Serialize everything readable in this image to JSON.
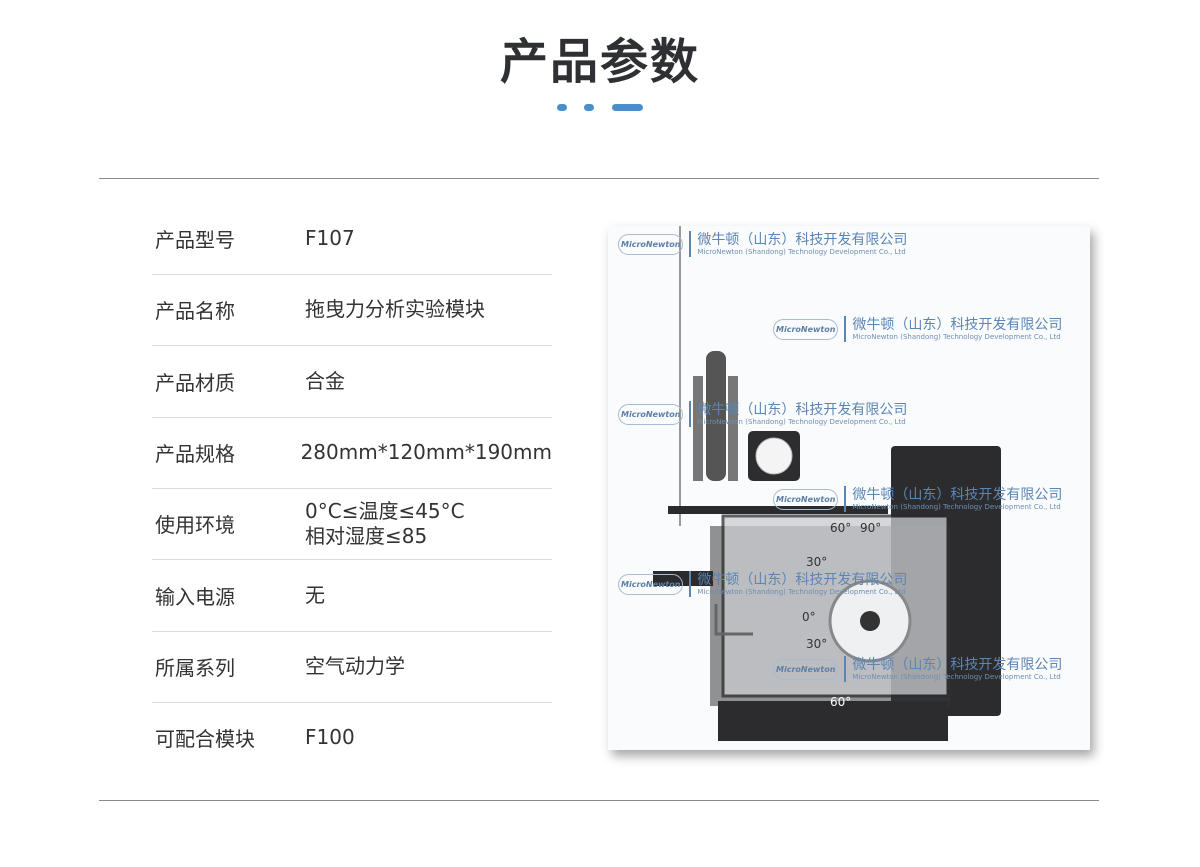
{
  "header": {
    "title": "产品参数"
  },
  "colors": {
    "accent": "#4a8fcb"
  },
  "specs": [
    {
      "label": "产品型号",
      "value": [
        "F107"
      ]
    },
    {
      "label": "产品名称",
      "value": [
        "拖曳力分析实验模块"
      ]
    },
    {
      "label": "产品材质",
      "value": [
        "合金"
      ]
    },
    {
      "label": "产品规格",
      "value": [
        "280mm*120mm*190mm"
      ]
    },
    {
      "label": "使用环境",
      "value": [
        "0°C≤温度≤45°C",
        "相对湿度≤85"
      ]
    },
    {
      "label": "输入电源",
      "value": [
        "无"
      ]
    },
    {
      "label": "所属系列",
      "value": [
        "空气动力学"
      ]
    },
    {
      "label": "可配合模块",
      "value": [
        "F100"
      ]
    }
  ],
  "photo": {
    "watermark": {
      "logo": "MicroNewton",
      "cn": "微牛顿（山东）科技开发有限公司",
      "en": "MicroNewton (Shandong) Technology Development Co., Ltd"
    },
    "scale_labels": [
      "60°",
      "30°",
      "0°",
      "30°",
      "60°",
      "90°"
    ]
  }
}
